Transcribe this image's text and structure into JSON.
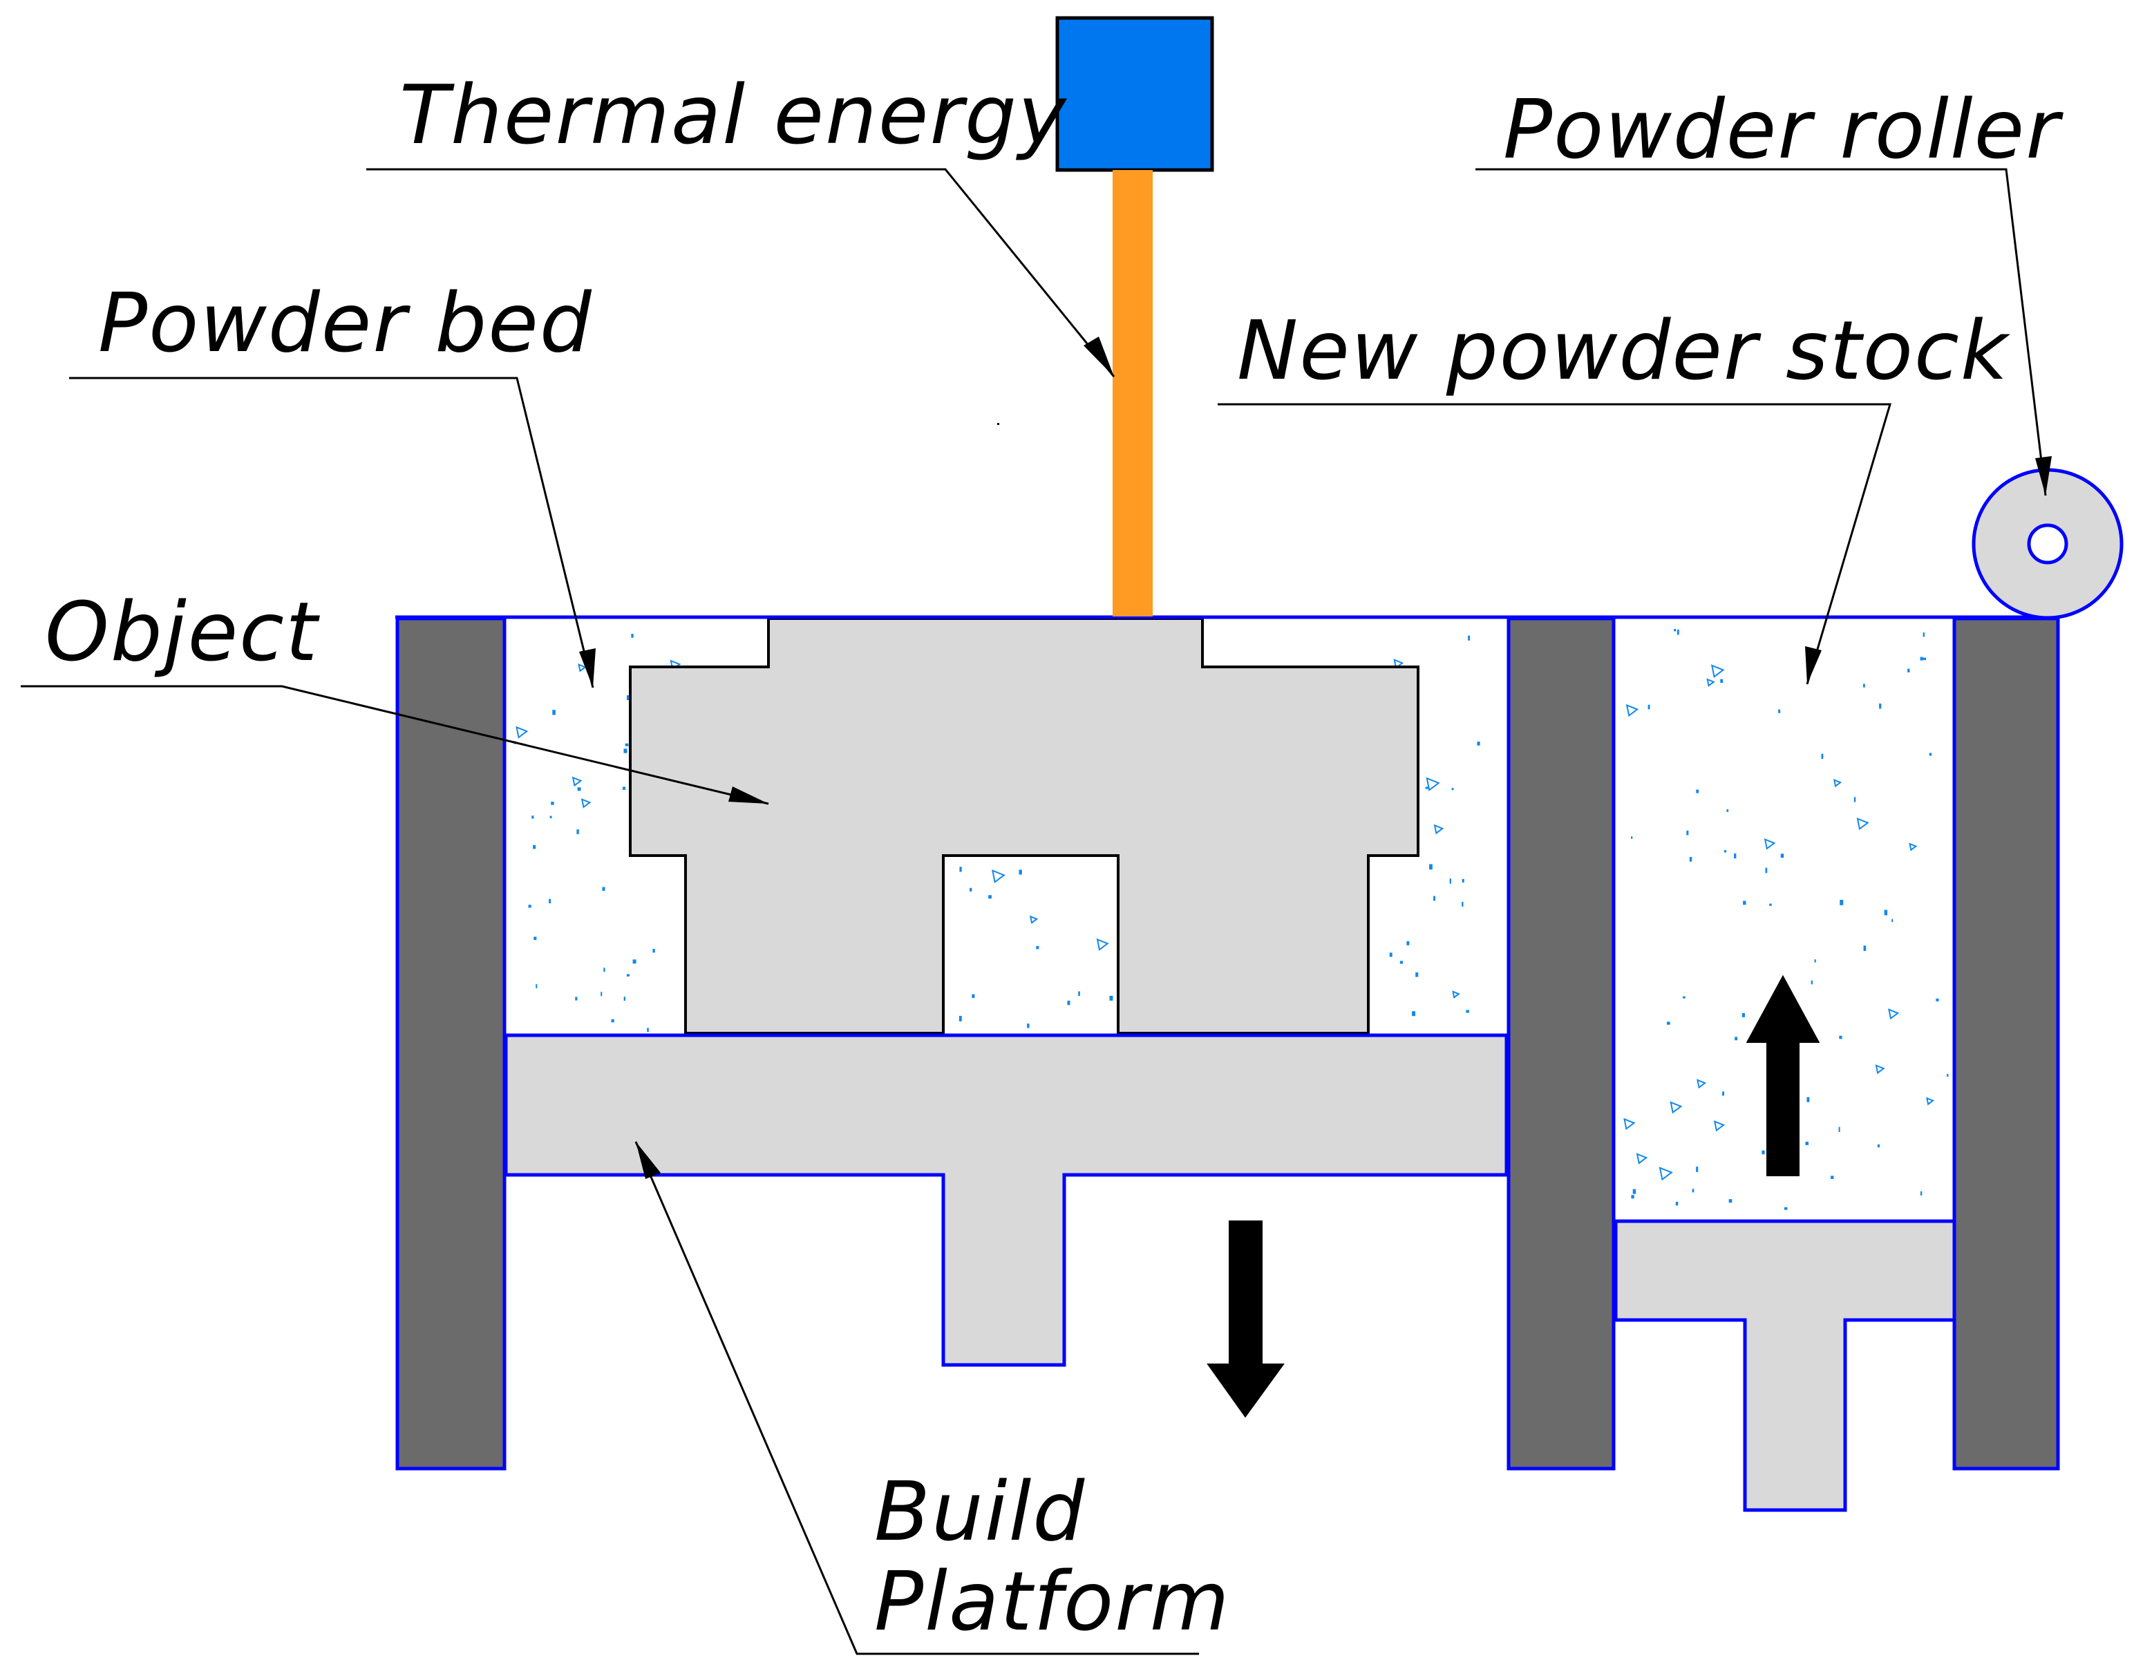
{
  "labels": {
    "thermal_energy": "Thermal energy",
    "powder_roller": "Powder roller",
    "powder_bed": "Powder bed",
    "new_powder_stock": "New powder stock",
    "object": "Object",
    "build_platform_line1": "Build",
    "build_platform_line2": "Platform"
  },
  "colors": {
    "wall": "#6b6b6b",
    "outline": "#0000ff",
    "part_fill": "#d9d9d9",
    "heat_source": "#0077ee",
    "beam": "#ff9a22",
    "powder_speck": "#1188ee",
    "arrow": "#000000"
  },
  "icons": {
    "heat_source": "blue-square-icon",
    "roller": "ring-icon",
    "platform_down": "down-arrow-icon",
    "stock_up": "up-arrow-icon"
  }
}
